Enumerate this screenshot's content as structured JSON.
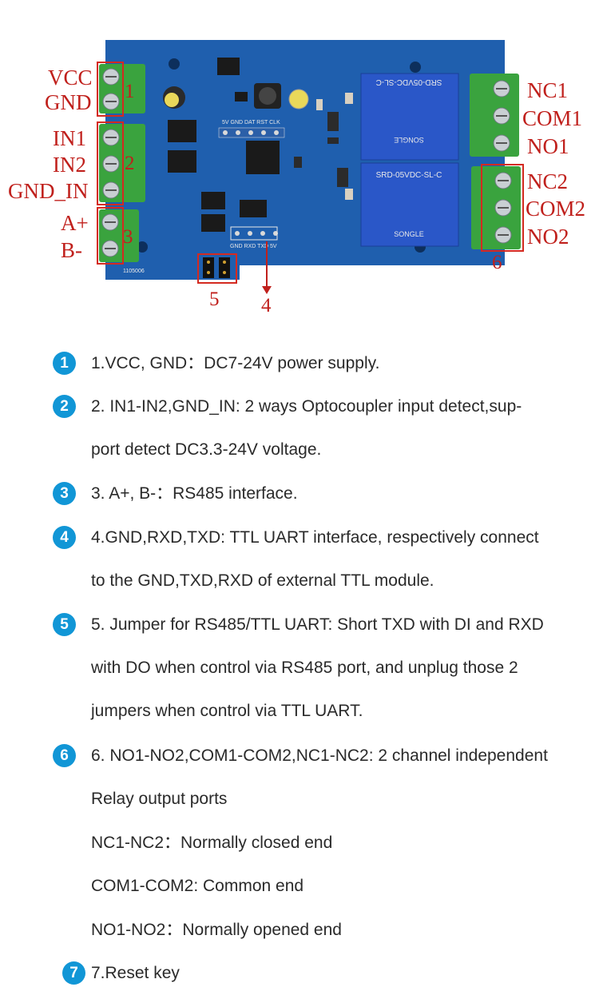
{
  "board": {
    "labels_left": {
      "vcc": "VCC",
      "gnd": "GND",
      "in1": "IN1",
      "in2": "IN2",
      "gnd_in": "GND_IN",
      "a_plus": "A+",
      "b_minus": "B-"
    },
    "labels_right": {
      "nc1": "NC1",
      "com1": "COM1",
      "no1": "NO1",
      "nc2": "NC2",
      "com2": "COM2",
      "no2": "NO2"
    },
    "callouts": {
      "n1": "1",
      "n2": "2",
      "n3": "3",
      "n4": "4",
      "n5": "5",
      "n6": "6"
    },
    "silkscreen": {
      "relay_model": "SRD-05VDC-SL-C",
      "relay_brand": "SONGLE",
      "header_top": "5V GND DAT RST CLK",
      "header_uart": "GND RXD TXD 5V",
      "board_code": "1105006"
    }
  },
  "items": [
    {
      "badge": "1",
      "line1": "1.VCC, GND：DC7-24V power supply.",
      "line2": "",
      "line3": "",
      "line4": "",
      "line5": ""
    },
    {
      "badge": "2",
      "line1": "2. IN1-IN2,GND_IN: 2 ways Optocoupler input detect,sup-",
      "line2": "port detect DC3.3-24V voltage.",
      "line3": "",
      "line4": "",
      "line5": ""
    },
    {
      "badge": "3",
      "line1": "3. A+, B-：RS485 interface.",
      "line2": "",
      "line3": "",
      "line4": "",
      "line5": ""
    },
    {
      "badge": "4",
      "line1": "4.GND,RXD,TXD: TTL UART interface, respectively connect",
      "line2": "to the GND,TXD,RXD of external TTL module.",
      "line3": "",
      "line4": "",
      "line5": ""
    },
    {
      "badge": "5",
      "line1": "5. Jumper for RS485/TTL UART: Short TXD with DI and RXD",
      "line2": "with DO when control via RS485 port, and unplug those 2",
      "line3": "jumpers when control via TTL UART.",
      "line4": "",
      "line5": ""
    },
    {
      "badge": "6",
      "line1": "6. NO1-NO2,COM1-COM2,NC1-NC2: 2 channel independent",
      "line2": "Relay output ports",
      "line3": "NC1-NC2：Normally closed end",
      "line4": "COM1-COM2: Common end",
      "line5": "NO1-NO2：Normally opened end"
    },
    {
      "badge": "7",
      "line1": "7.Reset key",
      "line2": "",
      "line3": "",
      "line4": "",
      "line5": ""
    }
  ],
  "colors": {
    "badge": "#1196d6",
    "pcb": "#1f5fae",
    "terminal": "#3aa33e",
    "relay": "#2a57c8",
    "callout": "#c0201c"
  }
}
